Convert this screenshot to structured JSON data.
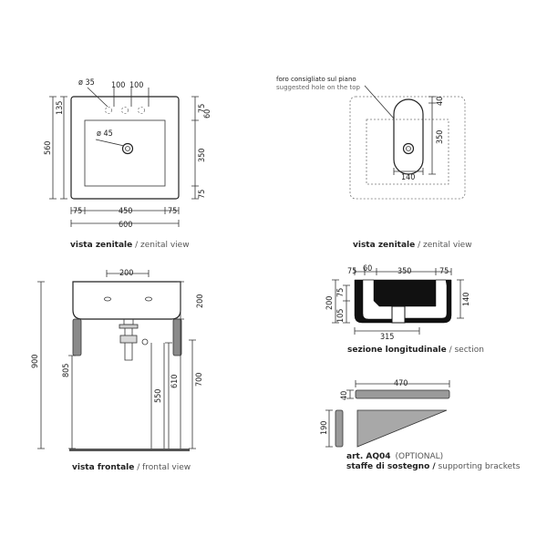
{
  "views": {
    "top_left": {
      "caption_bold": "vista zenitale",
      "caption_light": " / zenital view",
      "dims": {
        "d35": "ø 35",
        "d100a": "100",
        "d100b": "100",
        "d45": "ø 45",
        "d135": "135",
        "d560": "560",
        "d75a": "75",
        "d60": "60",
        "d350": "350",
        "d75b": "75",
        "d75c": "75",
        "d450": "450",
        "d75d": "75",
        "d600": "600"
      }
    },
    "top_right": {
      "caption_bold": "vista zenitale",
      "caption_light": " / zenital view",
      "note_line1": "foro consigliato sul piano",
      "note_line2": "suggested hole on the top",
      "dims": {
        "d40": "40",
        "d350": "350",
        "d140": "140"
      }
    },
    "front": {
      "caption_bold": "vista frontale",
      "caption_light": " / frontal view",
      "dims": {
        "d200a": "200",
        "d200b": "200",
        "d900": "900",
        "d805": "805",
        "d550": "550",
        "d610": "610",
        "d700": "700"
      }
    },
    "section": {
      "caption_bold": "sezione longitudinale",
      "caption_light": " / section",
      "dims": {
        "d75a": "75",
        "d60": "60",
        "d350": "350",
        "d75b": "75",
        "d200": "200",
        "d105": "105",
        "d75c": "75",
        "d140": "140",
        "d315": "315"
      }
    },
    "brackets": {
      "article_line": "art. AQ04",
      "optional": "(OPTIONAL)",
      "caption_bold": "staffe di sostegno /",
      "caption_light": " supporting brackets",
      "dims": {
        "d470": "470",
        "d40": "40",
        "d190": "190"
      }
    }
  }
}
